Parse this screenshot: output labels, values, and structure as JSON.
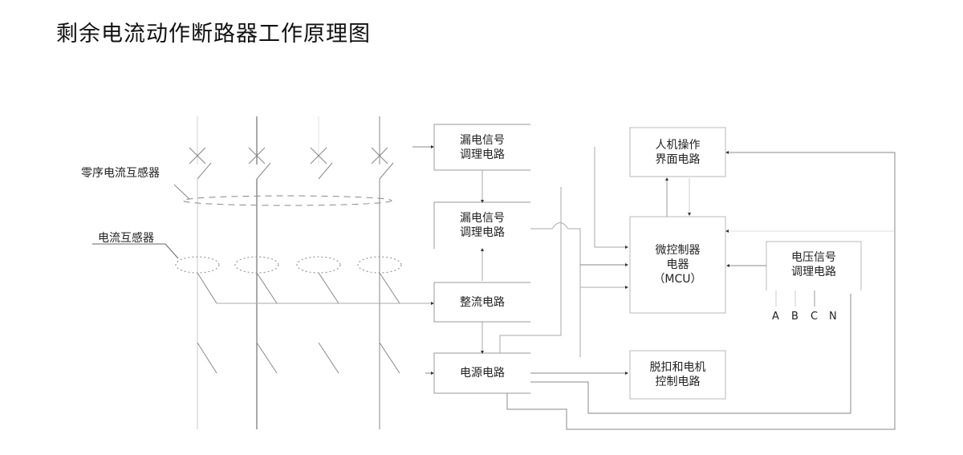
{
  "title": "剩余电流动作断路器工作原理图",
  "labels": {
    "zero_sequence_ct": "零序电流互感器",
    "current_transformer": "电流互感器"
  },
  "blocks": {
    "leakage_signal_1": "漏电信号\n调理电路",
    "leakage_signal_2": "漏电信号\n调理电路",
    "rectifier": "整流电路",
    "power_supply": "电源电路",
    "hmi": "人机操作\n界面电路",
    "mcu": "微控制器\n电器\n（MCU）",
    "voltage_signal": "电压信号\n调理电路",
    "trip_motor": "脱扣和电机\n控制电路"
  },
  "phases": [
    "A",
    "B",
    "C",
    "N"
  ],
  "colors": {
    "line": "#9a9a9a",
    "line_dark": "#666666",
    "box_border": "#b8b8b8",
    "text": "#222222"
  }
}
